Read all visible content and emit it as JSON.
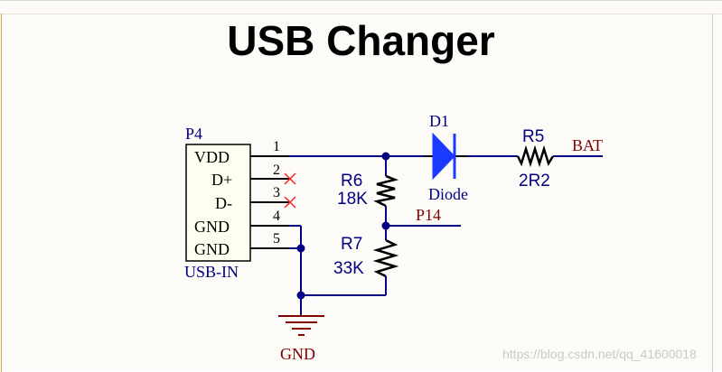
{
  "title": "USB Changer",
  "watermark": "https://blog.csdn.net/qq_41600018",
  "connector": {
    "designator": "P4",
    "comment": "USB-IN",
    "pins": [
      {
        "label": "VDD",
        "number": "1"
      },
      {
        "label": "D+",
        "number": "2"
      },
      {
        "label": "D-",
        "number": "3"
      },
      {
        "label": "GND",
        "number": "4"
      },
      {
        "label": "GND",
        "number": "5"
      }
    ]
  },
  "diode": {
    "designator": "D1",
    "comment": "Diode"
  },
  "r5": {
    "designator": "R5",
    "value": "2R2"
  },
  "r6": {
    "designator": "R6",
    "value": "18K"
  },
  "r7": {
    "designator": "R7",
    "value": "33K"
  },
  "nets": {
    "bat": "BAT",
    "p14": "P14",
    "gnd": "GND"
  },
  "colors": {
    "wire": "#000080",
    "component": "#000000",
    "designator": "#000080",
    "diode_fill": "#1a3aff",
    "net_label": "#800000",
    "no_connect": "#ff2020"
  }
}
